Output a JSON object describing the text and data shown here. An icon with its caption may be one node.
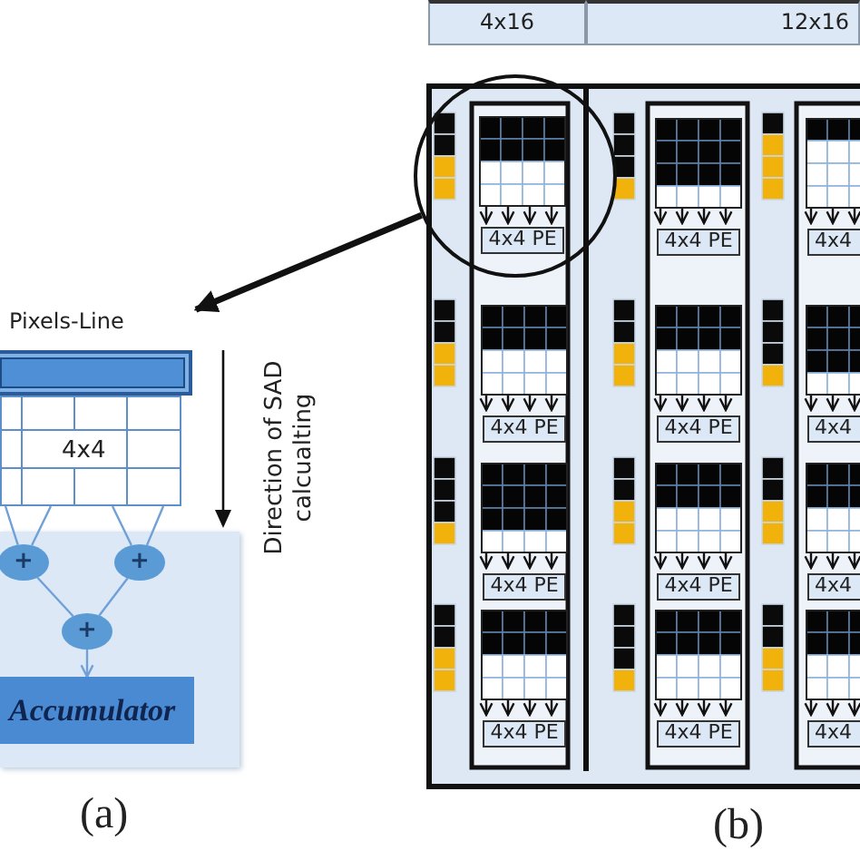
{
  "diagram": {
    "nodes": [
      {
        "text": [
          "Pixels-Line"
        ]
      },
      {
        "text": [
          "4x4"
        ]
      },
      {
        "text": [],
        "shape": "box"
      },
      {
        "text": [
          "+"
        ],
        "in": 2
      },
      {
        "text": [
          "+"
        ],
        "in": 2
      },
      {
        "text": [
          "+"
        ],
        "in": 2
      },
      {
        "text": [
          "Accumulator"
        ],
        "in": 2
      },
      {
        "text": [],
        "shape": "circle"
      },
      {
        "text": [
          "4x16"
        ]
      },
      {
        "text": [
          "12x16"
        ]
      },
      {
        "text": [],
        "shape": "box"
      },
      {
        "text": [],
        "shape": "box",
        "in": 7
      },
      {
        "text": [
          "4x4 PE"
        ],
        "in": 7
      },
      {
        "text": [],
        "shape": "box",
        "in": 10
      },
      {
        "text": [
          "4x4 PE"
        ],
        "in": 10
      },
      {
        "text": [],
        "shape": "box",
        "in": 10
      },
      {
        "text": [
          "4x4"
        ],
        "in": 10
      },
      {
        "text": [],
        "shape": "box",
        "in": 10
      },
      {
        "text": [
          "4x4 PE"
        ],
        "in": 10
      },
      {
        "text": [],
        "shape": "box",
        "in": 10
      },
      {
        "text": [
          "4x4 PE"
        ],
        "in": 10
      },
      {
        "text": [],
        "shape": "box",
        "in": 10
      },
      {
        "text": [
          "4x4"
        ],
        "in": 10
      },
      {
        "text": [],
        "shape": "box",
        "in": 10
      },
      {
        "text": [
          "4x4 PE"
        ],
        "in": 10
      },
      {
        "text": [],
        "shape": "box",
        "in": 10
      },
      {
        "text": [
          "4x4 PE"
        ],
        "in": 10
      },
      {
        "text": [],
        "shape": "box",
        "in": 10
      },
      {
        "text": [
          "4x4"
        ],
        "in": 10
      },
      {
        "text": [],
        "shape": "box",
        "in": 10
      },
      {
        "text": [
          "4x4 PE"
        ],
        "in": 10
      },
      {
        "text": [],
        "shape": "box",
        "in": 10
      },
      {
        "text": [
          "4x4 PE"
        ],
        "in": 10
      },
      {
        "text": [],
        "shape": "box",
        "in": 10
      },
      {
        "text": [
          "4x4"
        ],
        "in": 10
      }
    ],
    "edges": [
      {
        "from": 1,
        "to": 3,
        "arrow": "none",
        "color": "#6fa0d8"
      },
      {
        "from": 1,
        "to": 3,
        "arrow": "none",
        "color": "#6fa0d8"
      },
      {
        "from": 1,
        "to": 4,
        "arrow": "none",
        "color": "#6fa0d8"
      },
      {
        "from": 1,
        "to": 4,
        "arrow": "none",
        "color": "#6fa0d8"
      },
      {
        "from": 3,
        "to": 5,
        "arrow": "none",
        "color": "#6fa0d8"
      },
      {
        "from": 4,
        "to": 5,
        "arrow": "none",
        "color": "#6fa0d8"
      },
      {
        "from": 5,
        "to": 6,
        "arrow": "to",
        "color": "#6fa0d8"
      },
      {
        "from": 7,
        "to": 0,
        "arrow": "to",
        "style": "thick"
      },
      {
        "from": 11,
        "to": 12,
        "arrow": "to"
      },
      {
        "from": 11,
        "to": 12,
        "arrow": "to"
      },
      {
        "from": 11,
        "to": 12,
        "arrow": "to"
      },
      {
        "from": 11,
        "to": 12,
        "arrow": "to"
      },
      {
        "from": 13,
        "to": 14,
        "arrow": "to"
      },
      {
        "from": 13,
        "to": 14,
        "arrow": "to"
      },
      {
        "from": 13,
        "to": 14,
        "arrow": "to"
      },
      {
        "from": 13,
        "to": 14,
        "arrow": "to"
      },
      {
        "from": 15,
        "to": 16,
        "arrow": "to"
      },
      {
        "from": 15,
        "to": 16,
        "arrow": "to"
      },
      {
        "from": 15,
        "to": 16,
        "arrow": "to"
      },
      {
        "from": 17,
        "to": 18,
        "arrow": "to"
      },
      {
        "from": 17,
        "to": 18,
        "arrow": "to"
      },
      {
        "from": 17,
        "to": 18,
        "arrow": "to"
      },
      {
        "from": 17,
        "to": 18,
        "arrow": "to"
      },
      {
        "from": 19,
        "to": 20,
        "arrow": "to"
      },
      {
        "from": 19,
        "to": 20,
        "arrow": "to"
      },
      {
        "from": 19,
        "to": 20,
        "arrow": "to"
      },
      {
        "from": 19,
        "to": 20,
        "arrow": "to"
      },
      {
        "from": 21,
        "to": 22,
        "arrow": "to"
      },
      {
        "from": 21,
        "to": 22,
        "arrow": "to"
      },
      {
        "from": 21,
        "to": 22,
        "arrow": "to"
      },
      {
        "from": 23,
        "to": 24,
        "arrow": "to"
      },
      {
        "from": 23,
        "to": 24,
        "arrow": "to"
      },
      {
        "from": 23,
        "to": 24,
        "arrow": "to"
      },
      {
        "from": 23,
        "to": 24,
        "arrow": "to"
      },
      {
        "from": 25,
        "to": 26,
        "arrow": "to"
      },
      {
        "from": 25,
        "to": 26,
        "arrow": "to"
      },
      {
        "from": 25,
        "to": 26,
        "arrow": "to"
      },
      {
        "from": 25,
        "to": 26,
        "arrow": "to"
      },
      {
        "from": 27,
        "to": 28,
        "arrow": "to"
      },
      {
        "from": 27,
        "to": 28,
        "arrow": "to"
      },
      {
        "from": 27,
        "to": 28,
        "arrow": "to"
      },
      {
        "from": 29,
        "to": 30,
        "arrow": "to"
      },
      {
        "from": 29,
        "to": 30,
        "arrow": "to"
      },
      {
        "from": 29,
        "to": 30,
        "arrow": "to"
      },
      {
        "from": 29,
        "to": 30,
        "arrow": "to"
      },
      {
        "from": 31,
        "to": 32,
        "arrow": "to"
      },
      {
        "from": 31,
        "to": 32,
        "arrow": "to"
      },
      {
        "from": 31,
        "to": 32,
        "arrow": "to"
      },
      {
        "from": 31,
        "to": 32,
        "arrow": "to"
      },
      {
        "from": 33,
        "to": 34,
        "arrow": "to"
      },
      {
        "from": 33,
        "to": 34,
        "arrow": "to"
      },
      {
        "from": 33,
        "to": 34,
        "arrow": "to"
      }
    ],
    "labels": [
      "Direction of SAD calcualting",
      "(a)",
      "(b)"
    ]
  }
}
